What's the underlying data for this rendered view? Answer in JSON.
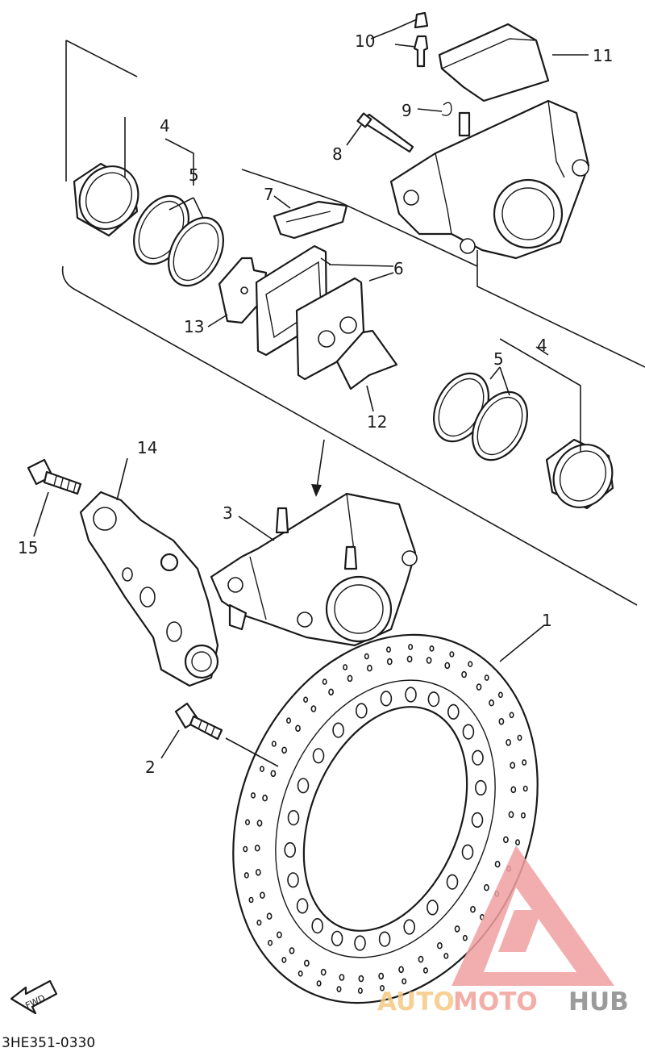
{
  "diagram": {
    "reference_code": "3HE351-0330",
    "fwd_label": "FWD",
    "callouts": {
      "c1": "1",
      "c2": "2",
      "c3": "3",
      "c4a": "4",
      "c4b": "4",
      "c5a": "5",
      "c5b": "5",
      "c6": "6",
      "c7": "7",
      "c8": "8",
      "c9": "9",
      "c10": "10",
      "c11": "11",
      "c12": "12",
      "c13": "13",
      "c14": "14",
      "c15": "15"
    }
  },
  "watermark": {
    "part1": "AUTO",
    "part2": "MOTO",
    "part3": "HUB",
    "colors": {
      "auto": "#f5c882",
      "moto": "#f2a09a",
      "hub": "#8a8a8a",
      "logo": "#f0a0a0"
    }
  }
}
